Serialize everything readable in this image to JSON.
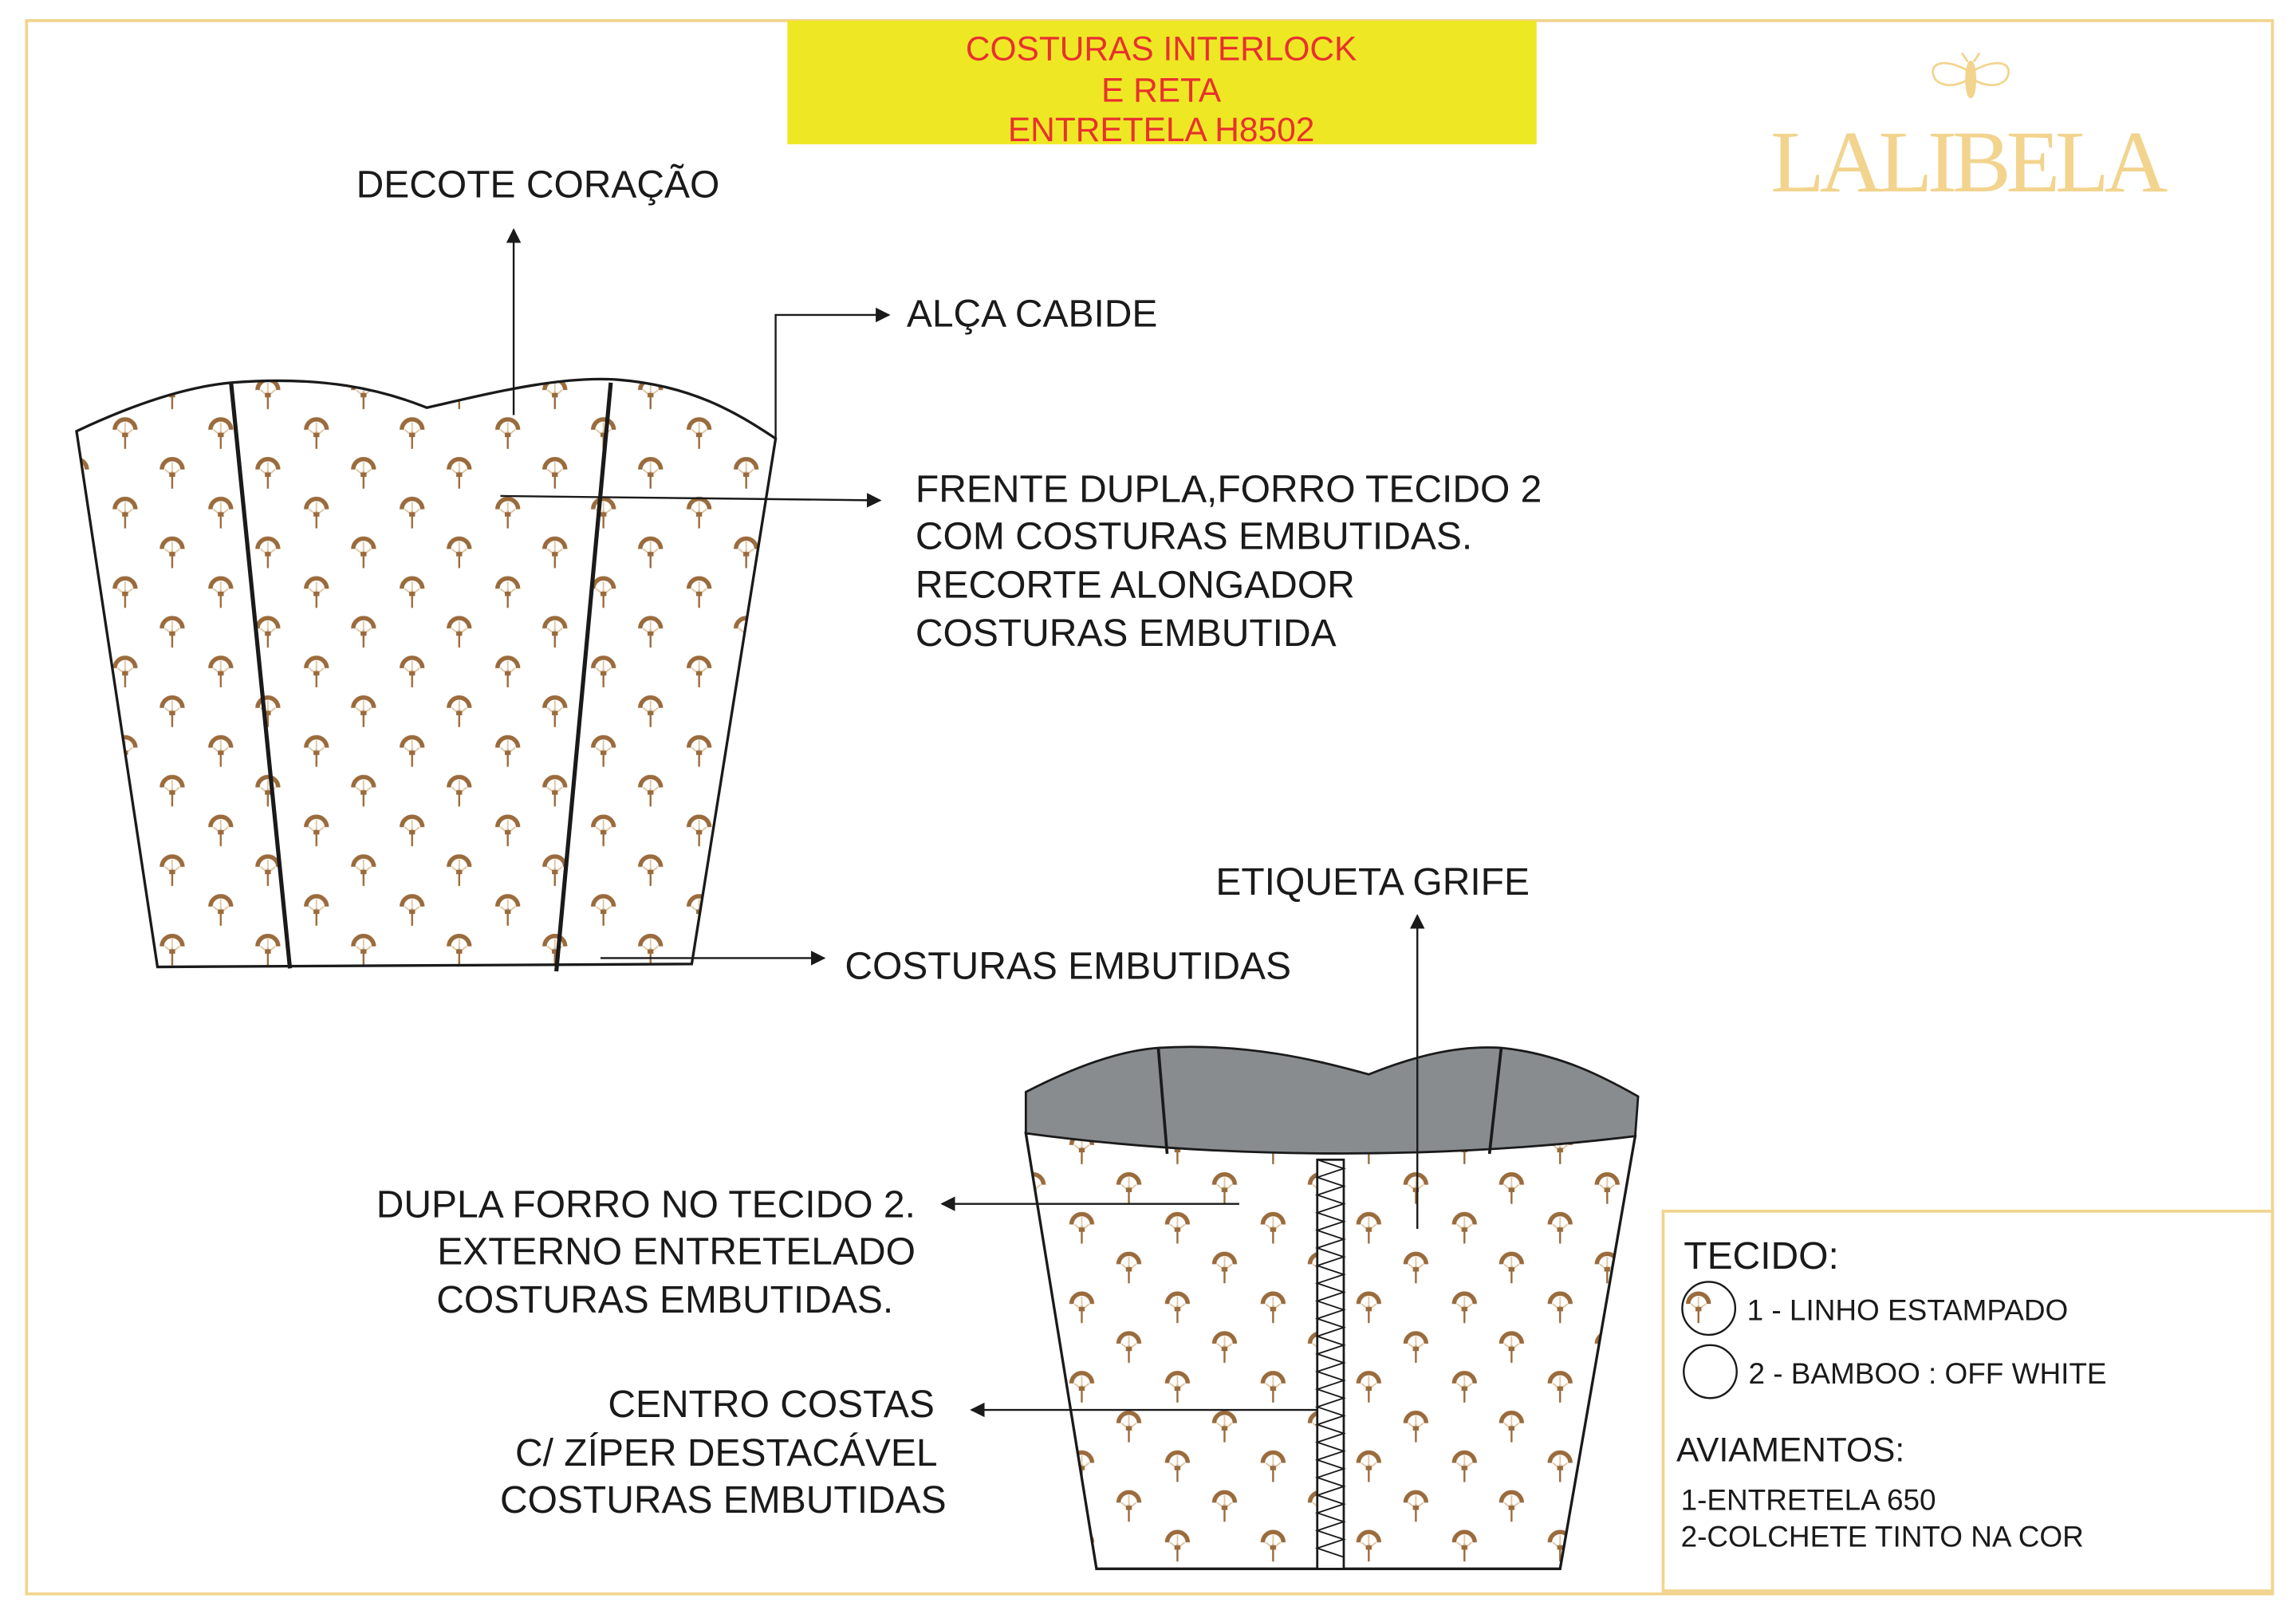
{
  "header_box": {
    "lines": [
      "COSTURAS INTERLOCK",
      "E RETA",
      "ENTRETELA H8502"
    ],
    "bg_color": "#eee824",
    "text_color": "#e8312f"
  },
  "logo": {
    "text": "LALIBELA",
    "icon": "bee-icon",
    "color": "#f2d48e"
  },
  "front_labels": {
    "decote": "DECOTE CORAÇÃO",
    "alca": "ALÇA CABIDE",
    "frente": [
      "FRENTE DUPLA,FORRO TECIDO 2",
      "COM COSTURAS EMBUTIDAS.",
      "RECORTE ALONGADOR",
      "COSTURAS EMBUTIDA"
    ],
    "costuras": "COSTURAS EMBUTIDAS"
  },
  "back_labels": {
    "etiqueta": "ETIQUETA GRIFE",
    "dupla": [
      "DUPLA FORRO NO TECIDO 2.",
      "EXTERNO ENTRETELADO",
      "COSTURAS EMBUTIDAS."
    ],
    "centro": [
      "CENTRO COSTAS",
      "C/ ZÍPER DESTACÁVEL",
      "COSTURAS EMBUTIDAS"
    ]
  },
  "spec": {
    "tecido_title": "TECIDO:",
    "fabrics": [
      "1 - LINHO ESTAMPADO",
      "2 - BAMBOO : OFF WHITE"
    ],
    "aviamentos_title": "AVIAMENTOS:",
    "aviamentos": [
      "1-ENTRETELA 650",
      "2-COLCHETE TINTO NA COR"
    ]
  },
  "colors": {
    "frame": "#f2d48e",
    "lining_gray": "#888c8f",
    "print_brown": "#9a6b3c"
  }
}
